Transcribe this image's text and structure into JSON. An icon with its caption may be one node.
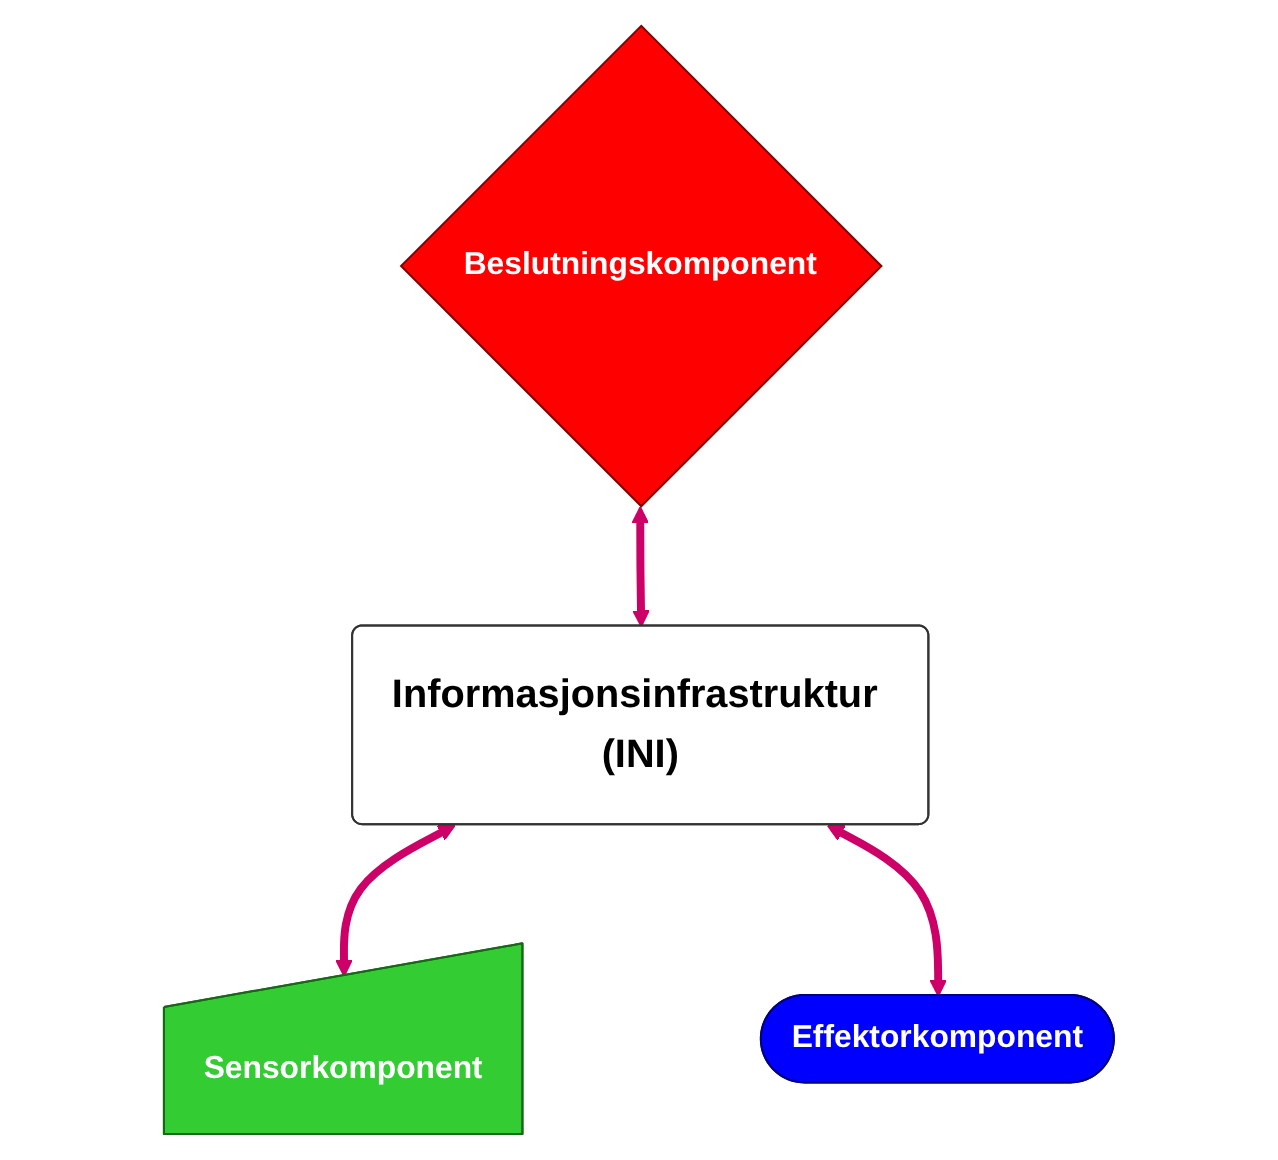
{
  "diagram": {
    "nodes": [
      {
        "text": [
          "Beslutningskomponent"
        ]
      },
      {
        "text": [
          "Informasjonsinfrastruktur (INI)"
        ]
      },
      {
        "text": [
          "Sensorkomponent"
        ]
      },
      {
        "text": [
          "Effektorkomponent"
        ]
      }
    ],
    "edges": [
      {
        "from": 0,
        "to": 1,
        "arrow": "both"
      },
      {
        "from": 1,
        "to": 2,
        "arrow": "both"
      },
      {
        "from": 1,
        "to": 3,
        "arrow": "both"
      }
    ]
  }
}
